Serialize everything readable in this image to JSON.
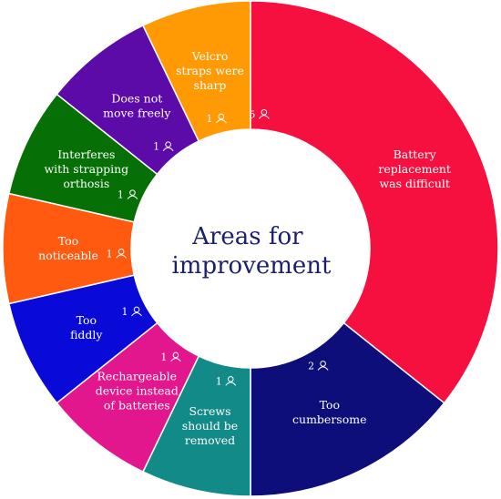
{
  "chart_data": {
    "type": "pie",
    "title_lines": [
      "Areas for",
      "improvement"
    ],
    "categories": [
      "Battery replacement was difficult",
      "Too cumbersome",
      "Screws should be removed",
      "Rechargeable device instead of batteries",
      "Too fiddly",
      "Too noticeable",
      "Interferes with strapping orthosis",
      "Does not move freely",
      "Velcro straps were sharp"
    ],
    "values": [
      5,
      2,
      1,
      1,
      1,
      1,
      1,
      1,
      1
    ],
    "slices": [
      {
        "label_lines": [
          "Battery",
          "replacement",
          "was difficult"
        ],
        "count": "5",
        "color": "#f5103f"
      },
      {
        "label_lines": [
          "Too",
          "cumbersome"
        ],
        "count": "2",
        "color": "#0e0e7a"
      },
      {
        "label_lines": [
          "Screws",
          "should be",
          "removed"
        ],
        "count": "1",
        "color": "#128a87"
      },
      {
        "label_lines": [
          "Rechargeable",
          "device instead",
          "of batteries"
        ],
        "count": "1",
        "color": "#e2168d"
      },
      {
        "label_lines": [
          "Too",
          "fiddly"
        ],
        "count": "1",
        "color": "#0a0ad8"
      },
      {
        "label_lines": [
          "Too",
          "noticeable"
        ],
        "count": "1",
        "color": "#ff5a10"
      },
      {
        "label_lines": [
          "Interferes",
          "with strapping",
          "orthosis"
        ],
        "count": "1",
        "color": "#067006"
      },
      {
        "label_lines": [
          "Does not",
          "move freely"
        ],
        "count": "1",
        "color": "#5c0aa8"
      },
      {
        "label_lines": [
          "Velcro",
          "straps were",
          "sharp"
        ],
        "count": "1",
        "color": "#ff9a05"
      }
    ],
    "count_icon": "person-icon",
    "legend": "none"
  }
}
